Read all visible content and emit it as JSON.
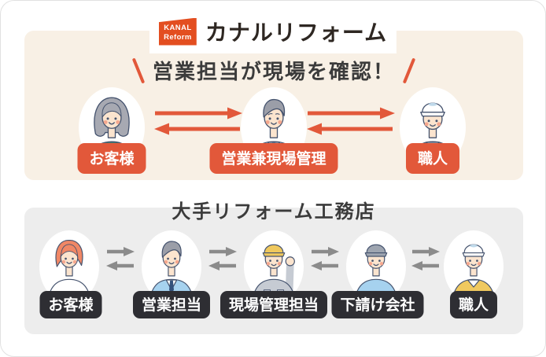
{
  "colors": {
    "accent_orange": "#E2583A",
    "badge_orange": "#E34E20",
    "cream_panel": "#F8F0E5",
    "gray_panel": "#EDEDED",
    "dark_label": "#2E2E33",
    "arrow_gray": "#8B8B8B",
    "headline_text": "#3B3B3B",
    "logo_text": "#2E2722"
  },
  "logo": {
    "badge_line1": "KANAL",
    "badge_line2": "Reform",
    "brand_name": "カナルリフォーム"
  },
  "kanal_flow": {
    "headline": "営業担当が現場を確認！",
    "actors": [
      {
        "label": "お客様",
        "avatar": "woman-customer-avatar"
      },
      {
        "label": "営業兼現場管理",
        "avatar": "sales-site-manager-avatar"
      },
      {
        "label": "職人",
        "avatar": "craftsman-avatar"
      }
    ]
  },
  "major_flow": {
    "headline": "大手リフォーム工務店",
    "actors": [
      {
        "label": "お客様",
        "avatar": "customer-avatar"
      },
      {
        "label": "営業担当",
        "avatar": "salesman-avatar"
      },
      {
        "label": "現場管理担当",
        "avatar": "site-manager-avatar"
      },
      {
        "label": "下請け会社",
        "avatar": "subcontractor-avatar"
      },
      {
        "label": "職人",
        "avatar": "craftsman-avatar"
      }
    ]
  }
}
